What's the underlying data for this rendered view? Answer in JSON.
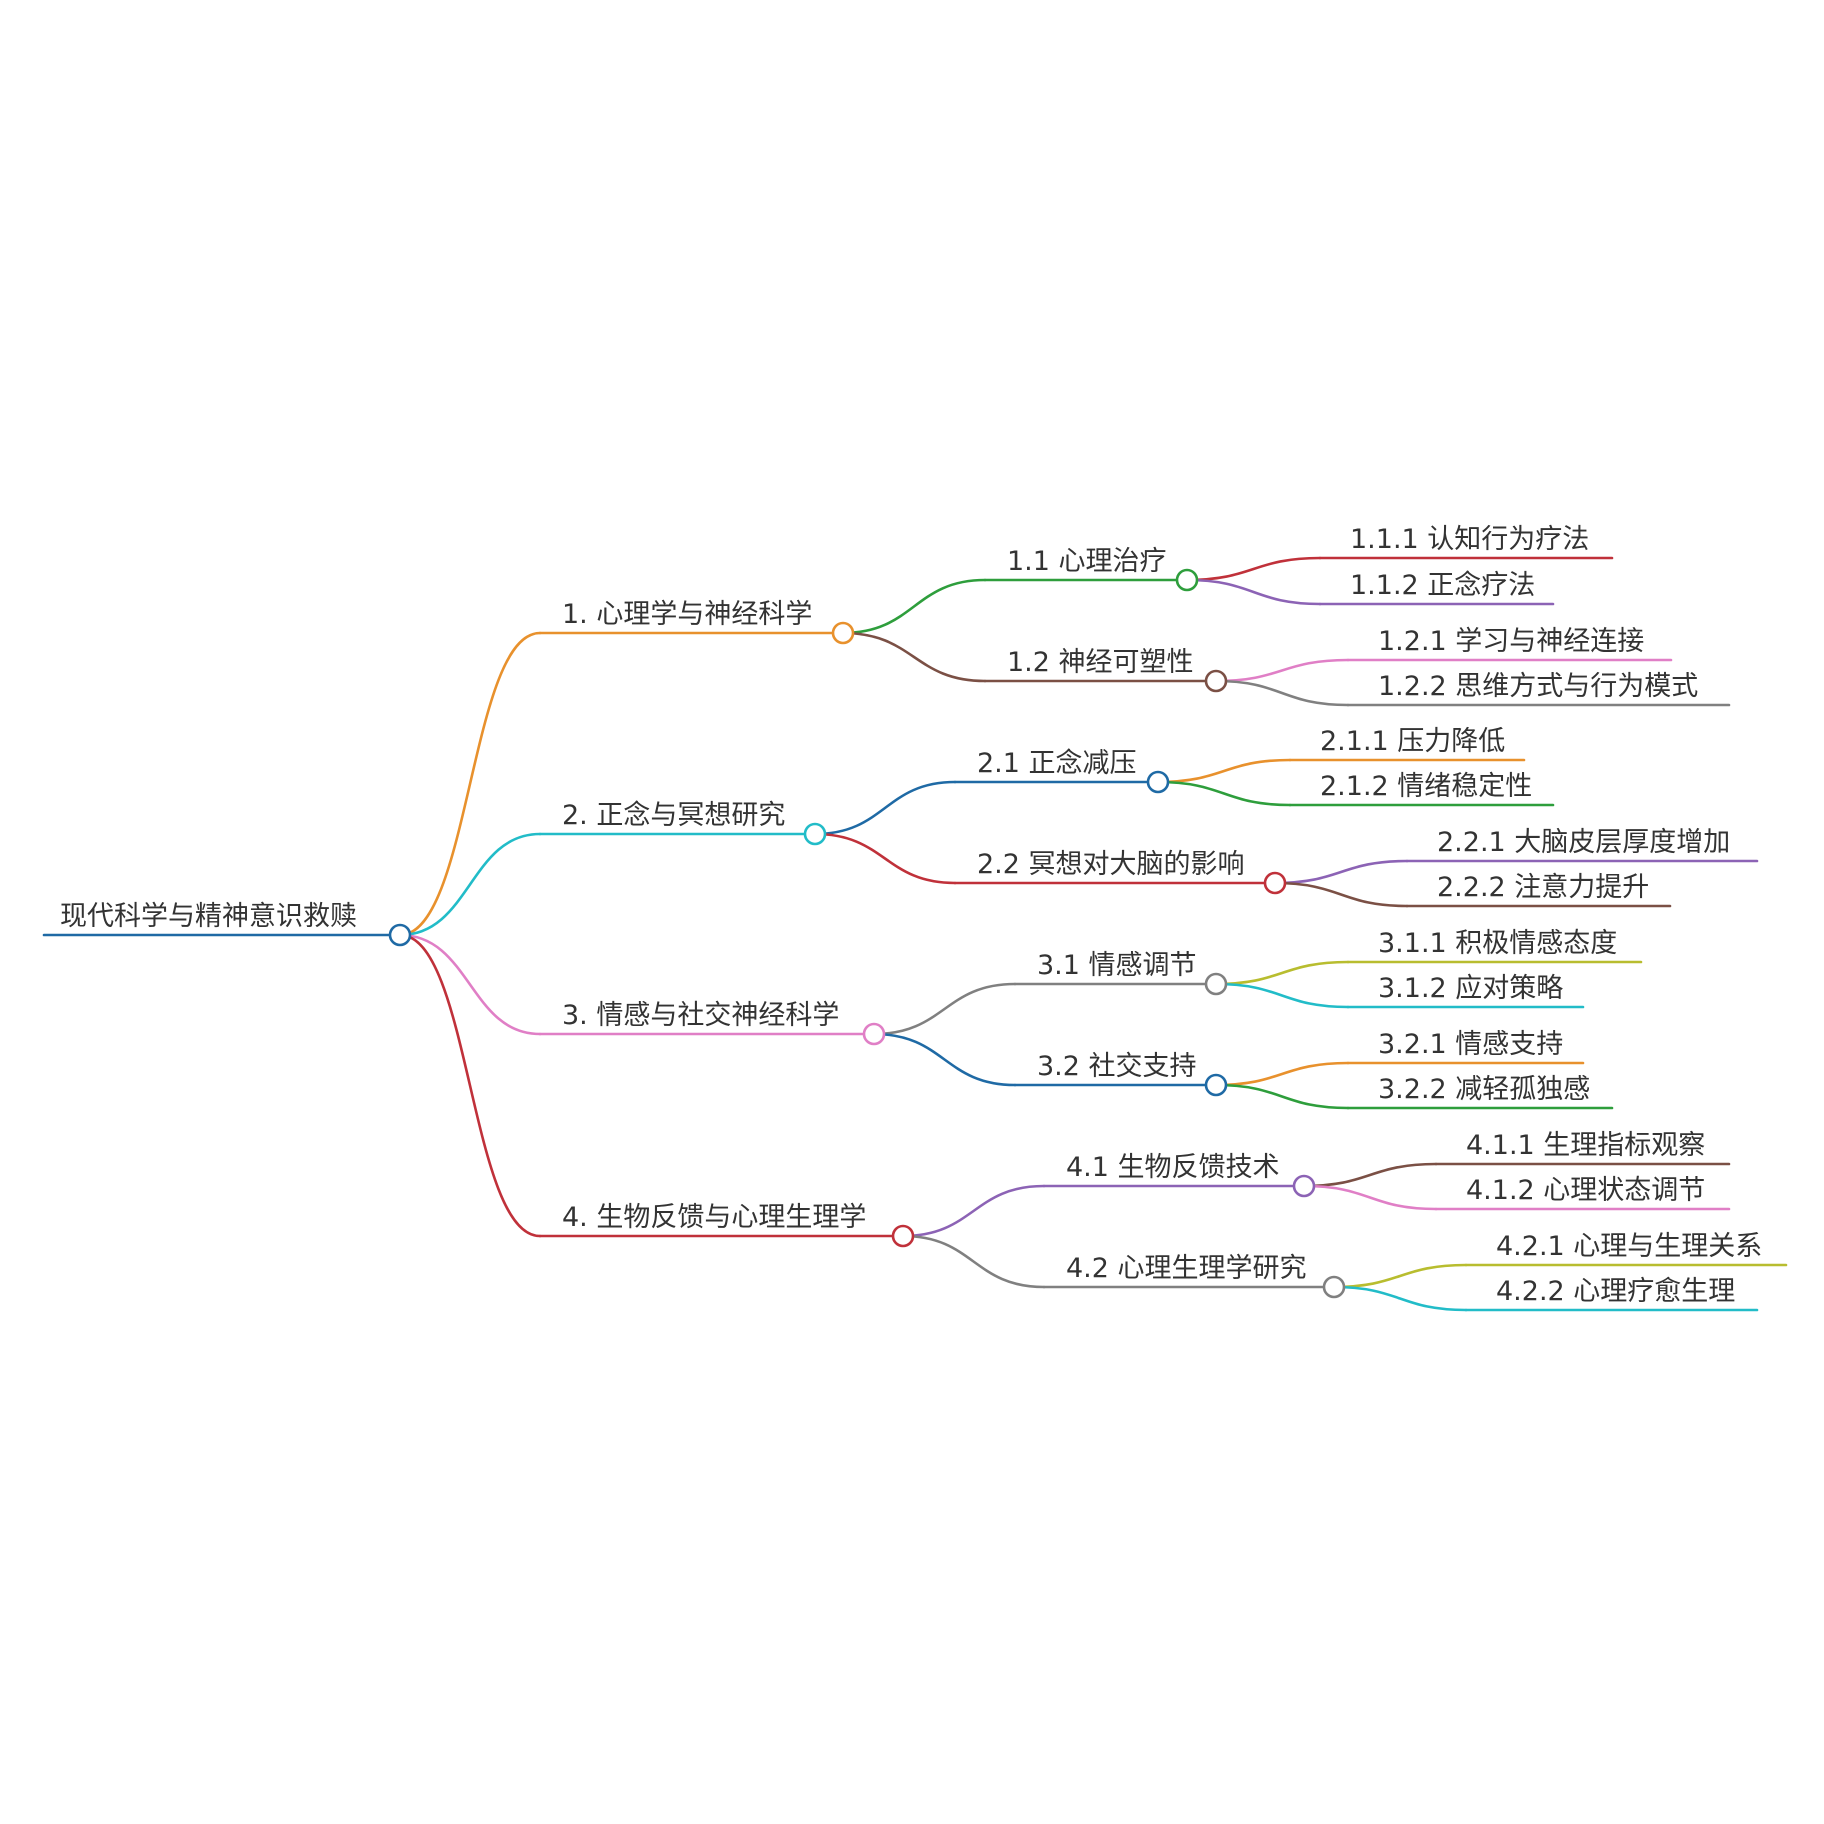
{
  "root": {
    "label": "现代科学与精神意识救赎",
    "color": "#1f6aa5",
    "children": [
      {
        "label": "1. 心理学与神经科学",
        "color": "#e8912d",
        "children": [
          {
            "label": "1.1 心理治疗",
            "color": "#2e9e3c",
            "children": [
              {
                "label": "1.1.1 认知行为疗法",
                "color": "#c0313a"
              },
              {
                "label": "1.1.2 正念疗法",
                "color": "#8c63b5"
              }
            ]
          },
          {
            "label": "1.2 神经可塑性",
            "color": "#7b5045",
            "children": [
              {
                "label": "1.2.1 学习与神经连接",
                "color": "#e07fc6"
              },
              {
                "label": "1.2.2 思维方式与行为模式",
                "color": "#808080"
              }
            ]
          }
        ]
      },
      {
        "label": "2. 正念与冥想研究",
        "color": "#22bcc8",
        "children": [
          {
            "label": "2.1 正念减压",
            "color": "#1f6aa5",
            "children": [
              {
                "label": "2.1.1 压力降低",
                "color": "#e8912d"
              },
              {
                "label": "2.1.2 情绪稳定性",
                "color": "#2e9e3c"
              }
            ]
          },
          {
            "label": "2.2 冥想对大脑的影响",
            "color": "#c0313a",
            "children": [
              {
                "label": "2.2.1 大脑皮层厚度增加",
                "color": "#8c63b5"
              },
              {
                "label": "2.2.2 注意力提升",
                "color": "#7b5045"
              }
            ]
          }
        ]
      },
      {
        "label": "3. 情感与社交神经科学",
        "color": "#e07fc6",
        "children": [
          {
            "label": "3.1 情感调节",
            "color": "#808080",
            "children": [
              {
                "label": "3.1.1 积极情感态度",
                "color": "#b8bd2f"
              },
              {
                "label": "3.1.2 应对策略",
                "color": "#22bcc8"
              }
            ]
          },
          {
            "label": "3.2 社交支持",
            "color": "#1f6aa5",
            "children": [
              {
                "label": "3.2.1 情感支持",
                "color": "#e8912d"
              },
              {
                "label": "3.2.2 减轻孤独感",
                "color": "#2e9e3c"
              }
            ]
          }
        ]
      },
      {
        "label": "4. 生物反馈与心理生理学",
        "color": "#c0313a",
        "children": [
          {
            "label": "4.1 生物反馈技术",
            "color": "#8c63b5",
            "children": [
              {
                "label": "4.1.1 生理指标观察",
                "color": "#7b5045"
              },
              {
                "label": "4.1.2 心理状态调节",
                "color": "#e07fc6"
              }
            ]
          },
          {
            "label": "4.2 心理生理学研究",
            "color": "#808080",
            "children": [
              {
                "label": "4.2.1 心理与生理关系",
                "color": "#b8bd2f"
              },
              {
                "label": "4.2.2 心理疗愈生理",
                "color": "#22bcc8"
              }
            ]
          }
        ]
      }
    ]
  }
}
